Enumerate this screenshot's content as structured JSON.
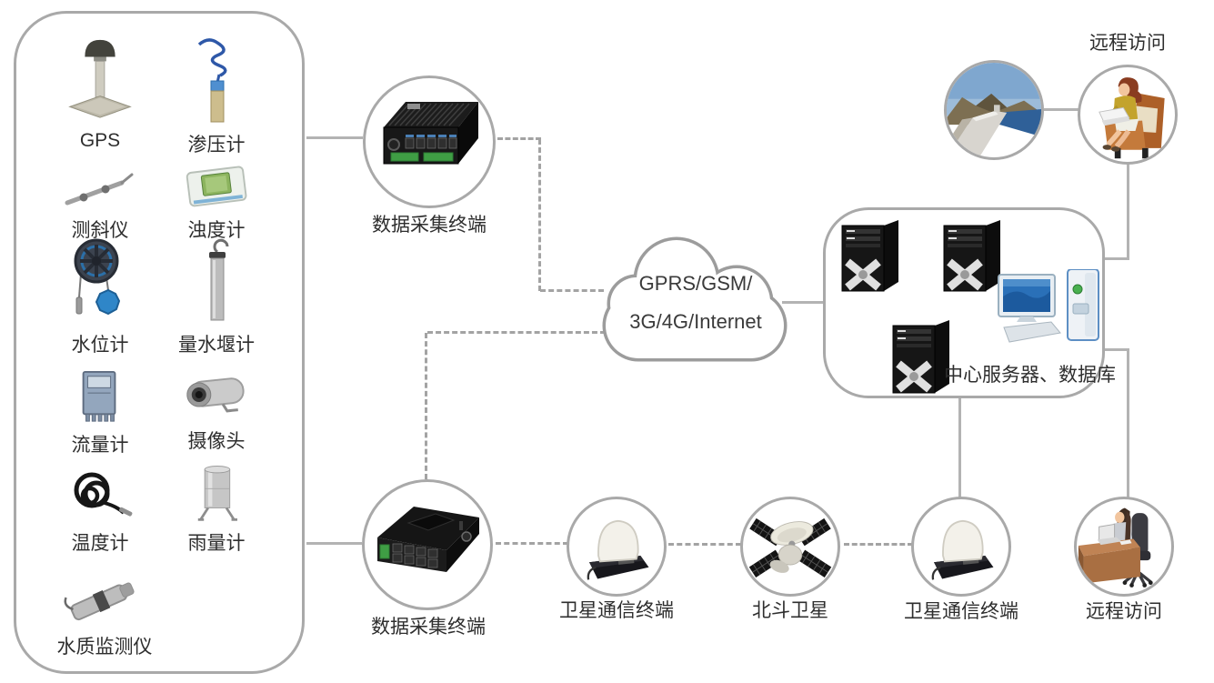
{
  "sensor_panel": {
    "items": [
      {
        "label": "GPS",
        "icon": "gps-antenna-icon"
      },
      {
        "label": "渗压计",
        "icon": "piezometer-icon"
      },
      {
        "label": "测斜仪",
        "icon": "inclinometer-icon"
      },
      {
        "label": "浊度计",
        "icon": "turbidity-meter-icon"
      },
      {
        "label": "水位计",
        "icon": "water-level-gauge-icon"
      },
      {
        "label": "量水堰计",
        "icon": "weir-gauge-icon"
      },
      {
        "label": "流量计",
        "icon": "flow-meter-icon"
      },
      {
        "label": "摄像头",
        "icon": "cctv-camera-icon"
      },
      {
        "label": "温度计",
        "icon": "thermometer-cable-icon"
      },
      {
        "label": "雨量计",
        "icon": "rain-gauge-icon"
      },
      {
        "label": "水质监测仪",
        "icon": "water-quality-sonde-icon"
      }
    ]
  },
  "cloud": {
    "line1": "GPRS/GSM/",
    "line2": "3G/4G/Internet"
  },
  "labels": {
    "dcu_top": "数据采集终端",
    "dcu_bottom": "数据采集终端",
    "server_panel": "中心服务器、数据库",
    "remote_top": "远程访问",
    "remote_bottom": "远程访问",
    "sat_terminal_left": "卫星通信终端",
    "beidou": "北斗卫星",
    "sat_terminal_right": "卫星通信终端"
  },
  "colors": {
    "connector_solid": "#b3b3b3",
    "connector_dashed": "#a3a3a3",
    "node_border": "#a9a9a9",
    "label_text": "#2e2e2e",
    "cloud_outline": "#9c9c9c"
  }
}
